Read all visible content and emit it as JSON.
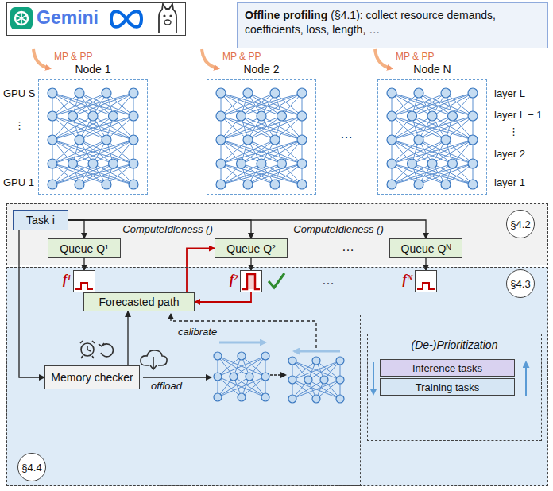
{
  "diagram": {
    "nodes": [
      {
        "text": [
          "Gemini"
        ]
      },
      {
        "text": [
          "Offline profiling",
          "(§4.1): collect resource demands, coefficients, loss, length, …"
        ]
      },
      {
        "text": [
          "Node 1"
        ]
      },
      {
        "text": [
          "Node 2"
        ]
      },
      {
        "text": [
          "Node N"
        ]
      },
      {
        "text": [
          "§4.2"
        ]
      },
      {
        "text": [
          "Task i"
        ],
        "in": 5
      },
      {
        "text": [
          "Queue Q¹"
        ],
        "in": 5
      },
      {
        "text": [
          "Queue Q²"
        ],
        "in": 5
      },
      {
        "text": [
          "Queue Qᴺ"
        ],
        "in": 5
      },
      {
        "text": [
          "§4.3"
        ]
      },
      {
        "text": [
          "f¹"
        ],
        "in": 10
      },
      {
        "text": [
          "f²"
        ],
        "in": 10
      },
      {
        "text": [
          "fᴺ"
        ],
        "in": 10
      },
      {
        "text": [
          "Forecasted path"
        ],
        "in": 10
      },
      {
        "text": [
          "(De-)Prioritization"
        ],
        "in": 10
      },
      {
        "text": [
          "Inference tasks"
        ],
        "in": 15
      },
      {
        "text": [
          "Training tasks"
        ],
        "in": 15
      },
      {
        "text": [
          "§4.4"
        ],
        "in": 10
      },
      {
        "text": [
          "Memory checker"
        ],
        "in": 18
      }
    ],
    "edges": [
      {
        "from": 6,
        "to": 7,
        "arrow": "to"
      },
      {
        "from": 6,
        "to": 8,
        "arrow": "to",
        "label": "ComputeIdleness ()"
      },
      {
        "from": 6,
        "to": 9,
        "arrow": "to",
        "label": "ComputeIdleness ()"
      },
      {
        "from": 7,
        "to": 11,
        "arrow": "to"
      },
      {
        "from": 8,
        "to": 12,
        "arrow": "to"
      },
      {
        "from": 9,
        "to": 13,
        "arrow": "to"
      },
      {
        "from": 14,
        "to": 8,
        "arrow": "to"
      },
      {
        "from": 12,
        "to": 14,
        "arrow": "to"
      },
      {
        "from": 6,
        "to": 19,
        "arrow": "to"
      },
      {
        "from": 19,
        "to": 14,
        "arrow": "to"
      }
    ],
    "labels": [
      "MP & PP",
      "MP & PP",
      "MP & PP",
      "GPU S",
      "⋮",
      "GPU 1",
      "layer L",
      "layer L − 1",
      "⋮",
      "layer 2",
      "layer 1",
      "…",
      "…",
      "…",
      "offload",
      "calibrate"
    ]
  }
}
